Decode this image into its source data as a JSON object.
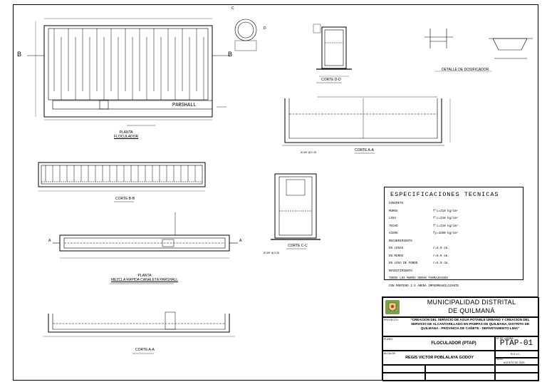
{
  "labels": {
    "planta_floc_1": "PLANTA",
    "planta_floc_2": "FLOCULADOR",
    "corte_dd": "CORTE D-D",
    "detalle_dosificador": "DETALLE DE DOSIFICADOR",
    "corte_aa_top": "CORTE A-A",
    "corte_bb": "CORTE B-B",
    "corte_cc": "CORTE C-C",
    "planta_mezcla_1": "PLANTA",
    "planta_mezcla_2": "MEZCLA RAPIDA CANALETA PARSHALL",
    "corte_aa_bottom": "CORTE A-A",
    "parshall": "PARSHALL",
    "b_left": "B",
    "b_right": "B",
    "c_marker": "C",
    "d_marker": "D",
    "a_left": "A",
    "a_right": "A",
    "acero_a": "Ø 3/8\" @ 0.25",
    "acero_c": "Ø 3/8\" @ 0.25"
  },
  "specs": {
    "title": "ESPECIFICACIONES TECNICAS",
    "concreto": "CONCRETO",
    "rows": [
      {
        "k": "MUROS",
        "v": "f'c=210 kg/cm²"
      },
      {
        "k": "LOSA",
        "v": "f'c=210 kg/cm²"
      },
      {
        "k": "TECHO",
        "v": "f'c=210 kg/cm²"
      },
      {
        "k": "ACERO",
        "v": "fy=4200 kg/cm²"
      }
    ],
    "recubrimiento": "RECUBRIMIENTO",
    "rec_rows": [
      {
        "k": "EN LOSAS",
        "v": "r=4.0 cm."
      },
      {
        "k": "EN MUROS",
        "v": "r=5.0 cm."
      },
      {
        "k": "EN LOSA DE FONDO",
        "v": "r=5.0 cm."
      }
    ],
    "revestimiento": "REVESTIMIENTO",
    "rev_1": "TODOS LOS MUROS SERAN TARRAJEADOS",
    "rev_2": "CON MORTERO 1:4 ARENA IMPERMEABILIZANTE"
  },
  "titleblock": {
    "municipality_1": "MUNICIPALIDAD DISTRITAL",
    "municipality_2": "DE QUILMANÁ",
    "project_label": "PROYECTO:",
    "project": "\"CREACION DEL SERVICIO DE AGUA POTABLE URBANO Y CREACION DEL SERVICIO DE ALCANTARILLADO EN PAMPAS DE QUILMANA, DISTRITO DE QUILMANA - PROVINCIA DE CAÑETE - DEPARTAMENTO LIMA\"",
    "plano_label": "PLANO:",
    "plano": "FLOCULADOR (PTAP)",
    "lamina_label": "Nº DE LAMINA:",
    "lamina": "PTAP-01",
    "alcalde_label": "ALCALDE:",
    "alcalde": "REGIS VICTOR POBLALAYA GODOY",
    "revisado": "R.G.Y.C",
    "fecha_label": "FECHA:",
    "fecha": "AGOSTO DE 2023"
  }
}
